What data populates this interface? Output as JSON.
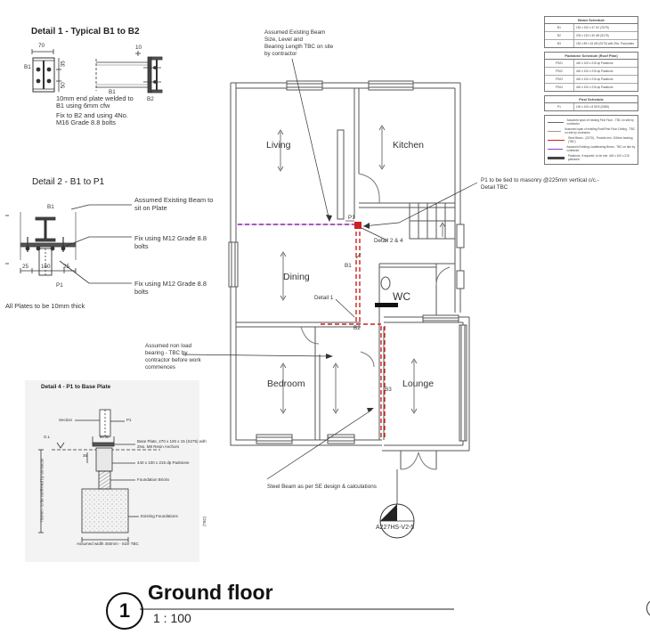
{
  "detail1": {
    "title": "Detail 1 - Typical B1 to B2",
    "dim_70": "70",
    "dim_10": "10",
    "dim_35": "35",
    "dim_50": "50",
    "label_b1_left": "B1",
    "label_b1": "B1",
    "label_b2": "B2",
    "note1": "10mm end plate welded to",
    "note2": "B1 using 6mm cfw",
    "note3": "Fix to B2 and using 4No.",
    "note4": "M16 Grade 8.8 bolts"
  },
  "detail2": {
    "title": "Detail 2 - B1 to P1",
    "label_b1": "B1",
    "label_p1": "P1",
    "dim_25a": "25",
    "dim_160": "160",
    "dim_25b": "25",
    "note_beam1": "Assumed Existing Beam to",
    "note_beam2": "sit on Plate",
    "note_fix1a": "Fix using M12 Grade 8.8",
    "note_fix1b": "bolts",
    "note_fix2a": "Fix using  M12 Grade 8.8",
    "note_fix2b": "bolts",
    "plates_note": "All Plates to be 10mm thick"
  },
  "detail4": {
    "title": "Detail 4 - P1 to Base Plate",
    "section": "Section",
    "p1": "P1",
    "gl": "G.L",
    "dim_top": "30 30",
    "dim_mid": "35",
    "base_plate1": "Base Plate, 270 x 100 x 15 (S275) with",
    "base_plate2": "2No. M8 Resin Anchors",
    "padstone": "440 x 100 x 215 dp Padstone",
    "bricks": "Foundation Bricks",
    "existing": "Existing Foundations",
    "depth_note": "750mm - to be confirmed by contractor",
    "width_note": "Assumed width 450mm - Size TBC",
    "side_mark": "(TBC)"
  },
  "legend": {
    "beam_schedule": {
      "title": "Beam Schedule",
      "rows": [
        {
          "mark": "B1",
          "spec": "152 x 152 x 37 UC (S275)"
        },
        {
          "mark": "B2",
          "spec": "203 x 133 x 30 UB (S275)"
        },
        {
          "mark": "B3",
          "spec": "152 x 89 x 16 UB (S275) with 2No. Pad plates"
        }
      ]
    },
    "padstone_schedule": {
      "title": "Padstone Schedule (Roof Plan)",
      "rows": [
        {
          "mark": "PS01",
          "spec": "440 x 100 x 215 dp Padstone"
        },
        {
          "mark": "PS02",
          "spec": "440 x 100 x 215 dp Padstone"
        },
        {
          "mark": "PS03",
          "spec": "440 x 100 x 215 dp Padstone"
        },
        {
          "mark": "PS04",
          "spec": "440 x 100 x 215 dp Padstone"
        }
      ]
    },
    "post_schedule": {
      "title": "Post Schedule",
      "rows": [
        {
          "mark": "P1",
          "spec": "100 x 100 x 8 SHS (S355)"
        }
      ]
    },
    "keys": [
      {
        "label": "Assumed span of existing First Floor - TBC on site by contractor",
        "color": "#666666"
      },
      {
        "label": "Assumed span of existing Roof/First Floor Ceiling - TBC on site by contractor",
        "color": "#999999"
      },
      {
        "label": "Steel Beam - (S275) - Provide min. 100mm bearing (TBC)",
        "color": "#cc2222"
      },
      {
        "label": "Assumed Existing Loadbearing Beam - TBC on site by contractor",
        "color": "#9933cc"
      },
      {
        "label": "Padstone, if required, to be min. 440 x 100 x 215 padstone",
        "color": "#444444"
      }
    ]
  },
  "plan": {
    "rooms": {
      "living": "Living",
      "kitchen": "Kitchen",
      "dining": "Dining",
      "wc": "WC",
      "bedroom": "Bedroom",
      "lounge": "Lounge"
    },
    "labels": {
      "p1": "P1",
      "b1": "B1",
      "b2": "B2",
      "b3": "B3",
      "detail1": "Detail 1",
      "detail24": "Detail 2 & 4"
    },
    "section_marker": {
      "num": "1",
      "ref": "A227HS-V2-5"
    }
  },
  "annotations": {
    "assumed_beam1": "Assumed Existing Beam",
    "assumed_beam2": "Size, Level and",
    "assumed_beam3": "Bearing Length TBC on site",
    "assumed_beam4": "by contractor",
    "p1_tie1": "P1 to be tied to masonry @225mm vertical c/c.-",
    "p1_tie2": "Detail TBC",
    "nonload1": "Assumed non load",
    "nonload2": "bearing - TBC by",
    "nonload3": "contractor before work",
    "nonload4": "commences",
    "steel_beam": "Steel Beam as per SE design & calculations"
  },
  "title_block": {
    "number": "1",
    "title": "Ground floor",
    "scale": "1 : 100"
  }
}
